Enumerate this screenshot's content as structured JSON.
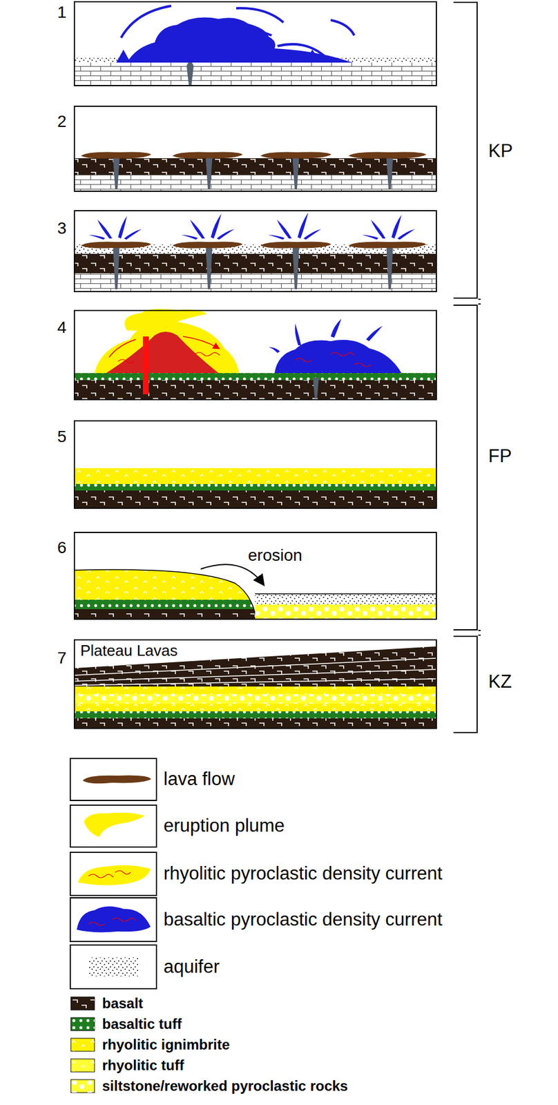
{
  "diagram": {
    "nodes": [
      {
        "text": [
          "1"
        ]
      },
      {
        "text": [
          "2"
        ]
      },
      {
        "text": [
          "3"
        ]
      },
      {
        "text": [
          "4"
        ]
      },
      {
        "text": [
          "5"
        ]
      },
      {
        "text": [
          "6",
          "erosion"
        ]
      },
      {
        "text": [
          "7",
          "Plateau Lavas"
        ]
      }
    ],
    "labels": [
      "KP",
      "FP",
      "KZ"
    ],
    "legend": [
      {
        "text": "lava flow"
      },
      {
        "text": "eruption plume"
      },
      {
        "text": "rhyolitic pyroclastic density current"
      },
      {
        "text": "basaltic pyroclastic density current"
      },
      {
        "text": "aquifer"
      },
      {
        "text": "basalt",
        "color": "#2a1a10"
      },
      {
        "text": "basaltic tuff",
        "color": "#1e7d1e"
      },
      {
        "text": "rhyolitic ignimbrite",
        "color": "#fff200"
      },
      {
        "text": "rhyolitic tuff",
        "color": "#ffff33"
      },
      {
        "text": "siltstone/reworked pyroclastic rocks",
        "color": "#ffff33"
      }
    ]
  }
}
